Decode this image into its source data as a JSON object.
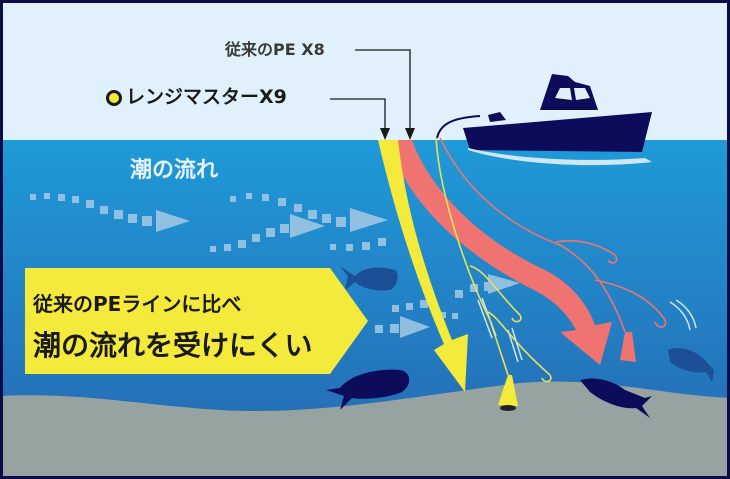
{
  "diagram": {
    "title": "PE line comparison in tidal current",
    "labels": {
      "conventional_line": "従来のPE X8",
      "range_master": "レンジマスターX9",
      "tide_flow": "潮の流れ"
    },
    "callout": {
      "line1": "従来のPEラインに比べ",
      "line2": "潮の流れを受けにくい"
    },
    "legend_marker": "yellow-circle",
    "colors": {
      "frame": "#0c0c4a",
      "sky": "#e1f1fb",
      "water_top": "#1f9ad8",
      "water_bottom": "#2766b0",
      "seabed": "#97a3a0",
      "range_master_line": "#f4ea3c",
      "conventional_line": "#ef7370",
      "boat": "#0c0c5a",
      "fish_dark": "#0c0c5a",
      "fish_mid": "#1c4f95",
      "current_arrow": "#9fc6e2",
      "callout_bg": "#f4ea3c"
    },
    "elements": [
      "boat",
      "fishing-rod",
      "range-master-arrow",
      "conventional-pe-arrow",
      "sinkers",
      "hooks",
      "fish",
      "tidal-current-arrows",
      "seabed"
    ]
  }
}
